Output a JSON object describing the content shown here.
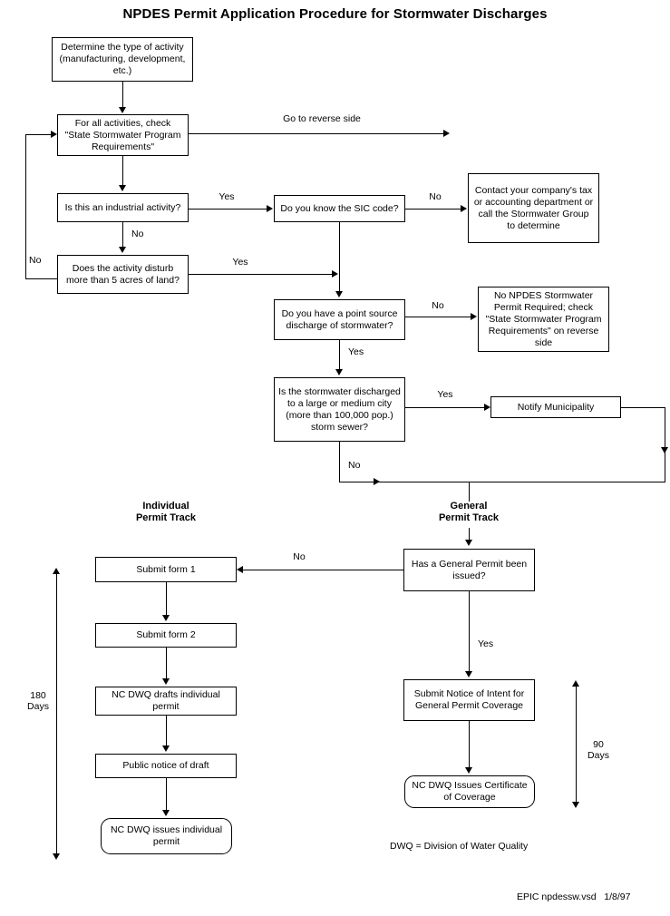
{
  "title": "NPDES Permit Application Procedure for Stormwater Discharges",
  "footer": "EPIC npdessw.vsd   1/8/97",
  "legend": "DWQ = Division of Water Quality",
  "track_headings": {
    "individual": "Individual\nPermit Track",
    "general": "General\nPermit Track"
  },
  "duration_labels": {
    "individual": "180\nDays",
    "general": "90\nDays"
  },
  "nodes": [
    {
      "id": "determine-activity",
      "text": "Determine the type of activity\n(manufacturing, development,\netc.)",
      "shape": "rect"
    },
    {
      "id": "check-state-program",
      "text": "For all activities, check\n\"State Stormwater Program\nRequirements\"",
      "shape": "rect"
    },
    {
      "id": "industrial-activity",
      "text": "Is this an industrial activity?",
      "shape": "rect"
    },
    {
      "id": "disturb-5-acres",
      "text": "Does the activity disturb\nmore than 5 acres of land?",
      "shape": "rect"
    },
    {
      "id": "know-sic-code",
      "text": "Do you know the SIC code?",
      "shape": "rect"
    },
    {
      "id": "contact-company-tax",
      "text": "Contact your company's tax\nor accounting department or\ncall the Stormwater Group\nto determine",
      "shape": "rect"
    },
    {
      "id": "point-source-discharge",
      "text": "Do you have a point source\ndischarge of stormwater?",
      "shape": "rect"
    },
    {
      "id": "no-npdes-required",
      "text": "No NPDES Stormwater\nPermit Required; check\n\"State Stormwater Program\nRequirements\" on reverse\nside",
      "shape": "rect"
    },
    {
      "id": "large-medium-city",
      "text": "Is the stormwater discharged\nto a large or medium city\n(more than 100,000 pop.)\nstorm sewer?",
      "shape": "rect"
    },
    {
      "id": "notify-municipality",
      "text": "Notify Municipality",
      "shape": "rect"
    },
    {
      "id": "general-permit-issued",
      "text": "Has a General Permit been\nissued?",
      "shape": "rect"
    },
    {
      "id": "submit-form-1",
      "text": "Submit form 1",
      "shape": "rect"
    },
    {
      "id": "submit-form-2",
      "text": "Submit form 2",
      "shape": "rect"
    },
    {
      "id": "dwq-drafts-permit",
      "text": "NC DWQ drafts individual\npermit",
      "shape": "rect"
    },
    {
      "id": "public-notice-draft",
      "text": "Public notice of draft",
      "shape": "rect"
    },
    {
      "id": "dwq-issues-permit",
      "text": "NC DWQ issues individual\npermit",
      "shape": "rounded"
    },
    {
      "id": "submit-notice-intent",
      "text": "Submit Notice of Intent for\nGeneral Permit Coverage",
      "shape": "rect"
    },
    {
      "id": "dwq-issues-certificate",
      "text": "NC DWQ Issues Certificate\nof Coverage",
      "shape": "rounded"
    }
  ],
  "edge_labels": {
    "go_to_reverse_side": "Go to reverse side",
    "industrial_yes": "Yes",
    "industrial_no": "No",
    "disturb_yes": "Yes",
    "disturb_no": "No",
    "sic_no": "No",
    "point_source_no": "No",
    "point_source_yes": "Yes",
    "city_yes": "Yes",
    "city_no": "No",
    "general_permit_no": "No",
    "general_permit_yes": "Yes"
  }
}
